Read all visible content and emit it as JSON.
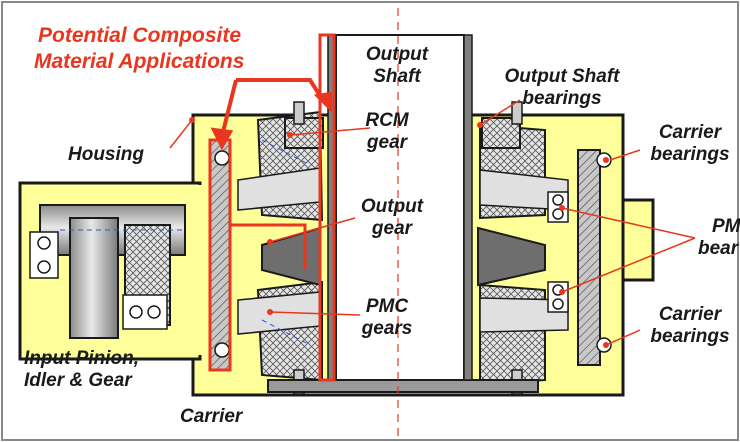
{
  "diagram": {
    "title_line1": "Potential Composite",
    "title_line2": "Material Applications",
    "labels": {
      "output_shaft_1": "Output",
      "output_shaft_2": "Shaft",
      "output_shaft_bearings_1": "Output Shaft",
      "output_shaft_bearings_2": "bearings",
      "rcm_gear_1": "RCM",
      "rcm_gear_2": "gear",
      "housing": "Housing",
      "carrier_bearings_top_1": "Carrier",
      "carrier_bearings_top_2": "bearings",
      "output_gear_1": "Output",
      "output_gear_2": "gear",
      "pmc_bearings_1": "PM",
      "pmc_bearings_2": "bear",
      "pmc_gears_1": "PMC",
      "pmc_gears_2": "gears",
      "carrier_bearings_bottom_1": "Carrier",
      "carrier_bearings_bottom_2": "bearings",
      "input_pinion_1": "Input  Pinion,",
      "input_pinion_2": "Idler & Gear",
      "carrier": "Carrier"
    },
    "colors": {
      "housing_fill": "#ffff99",
      "highlight_red": "#e8361f",
      "steel_gray": "#a9a9a9",
      "outline": "#1a1a1a"
    }
  }
}
